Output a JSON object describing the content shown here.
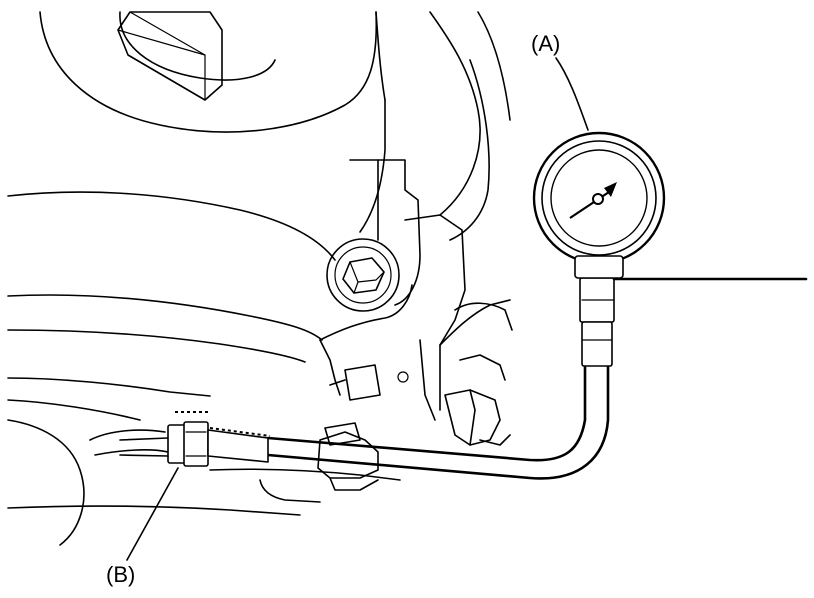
{
  "labels": {
    "a": "(A)",
    "b": "(B)"
  },
  "icons": {
    "gauge": "pressure-gauge-icon",
    "hose": "gauge-hose-icon",
    "fitting": "hose-fitting-icon",
    "engine": "engine-block-drawing"
  }
}
